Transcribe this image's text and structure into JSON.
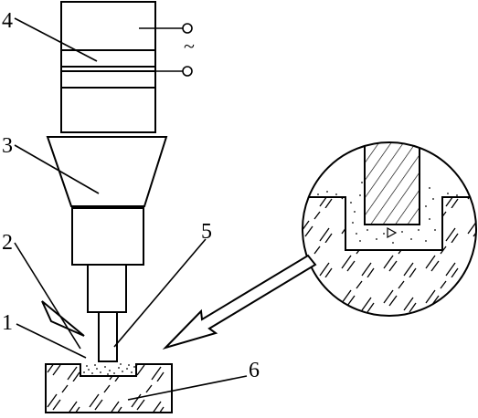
{
  "labels": {
    "part_1": "1",
    "part_2": "2",
    "part_3": "3",
    "part_4": "4",
    "part_5": "5",
    "part_6": "6"
  },
  "power_supply_symbol": "~",
  "colors": {
    "ink": "#000000",
    "background": "#ffffff"
  }
}
